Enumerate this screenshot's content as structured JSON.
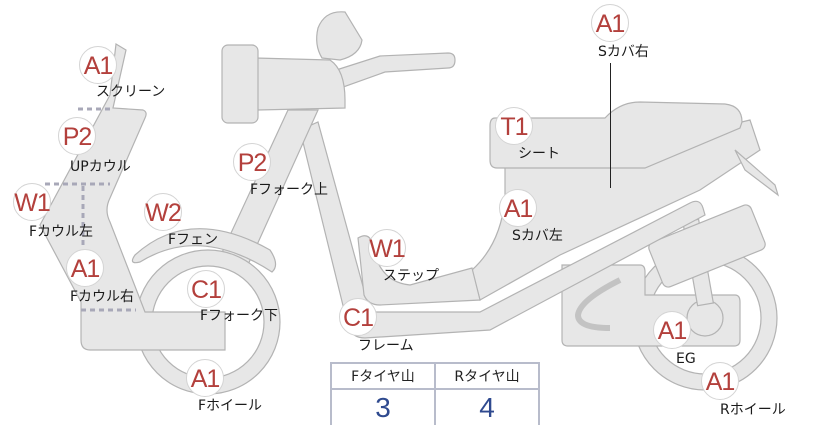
{
  "parts": [
    {
      "grade": "A1",
      "name": "スクリーン"
    },
    {
      "grade": "P2",
      "name": "UPカウル"
    },
    {
      "grade": "W1",
      "name": "Fカウル左"
    },
    {
      "grade": "A1",
      "name": "Fカウル右"
    },
    {
      "grade": "W2",
      "name": "Fフェン"
    },
    {
      "grade": "P2",
      "name": "Fフォーク上"
    },
    {
      "grade": "C1",
      "name": "Fフォーク下"
    },
    {
      "grade": "A1",
      "name": "Fホイール"
    },
    {
      "grade": "C1",
      "name": "フレーム"
    },
    {
      "grade": "W1",
      "name": "ステップ"
    },
    {
      "grade": "T1",
      "name": "シート"
    },
    {
      "grade": "A1",
      "name": "Sカバ左"
    },
    {
      "grade": "A1",
      "name": "Sカバ右"
    },
    {
      "grade": "A1",
      "name": "EG"
    },
    {
      "grade": "A1",
      "name": "Rホイール"
    }
  ],
  "tires": {
    "front_label": "Fタイヤ山",
    "front_value": "3",
    "rear_label": "Rタイヤ山",
    "rear_value": "4"
  },
  "colors": {
    "grade": "#b3403c",
    "tire_value": "#2f4a8f",
    "part_fill": "#e7e7e7"
  }
}
